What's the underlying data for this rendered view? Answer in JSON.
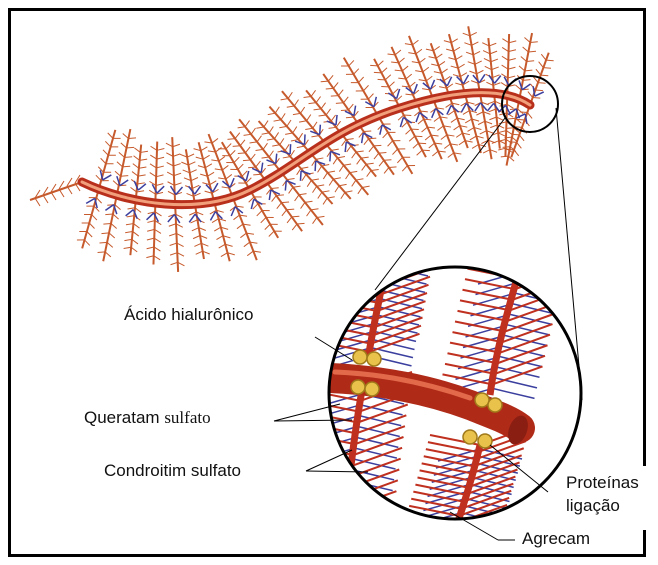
{
  "labels": {
    "acido_hialuronico": "Ácido hialurônico",
    "queratam_main": "Queratam ",
    "queratam_serif": "sulfato",
    "condroitim_sulfato": "Condroitim sulfato",
    "proteinas_line1": "Proteínas",
    "proteinas_line2": "ligação",
    "agrecam": "Agrecam"
  },
  "colors": {
    "backbone": "#c0301f",
    "backbone_highlight": "#f3a07a",
    "bristle": "#c65a2c",
    "chondroitin_blue": "#3b3f9e",
    "link_protein": "#e8c24a"
  }
}
